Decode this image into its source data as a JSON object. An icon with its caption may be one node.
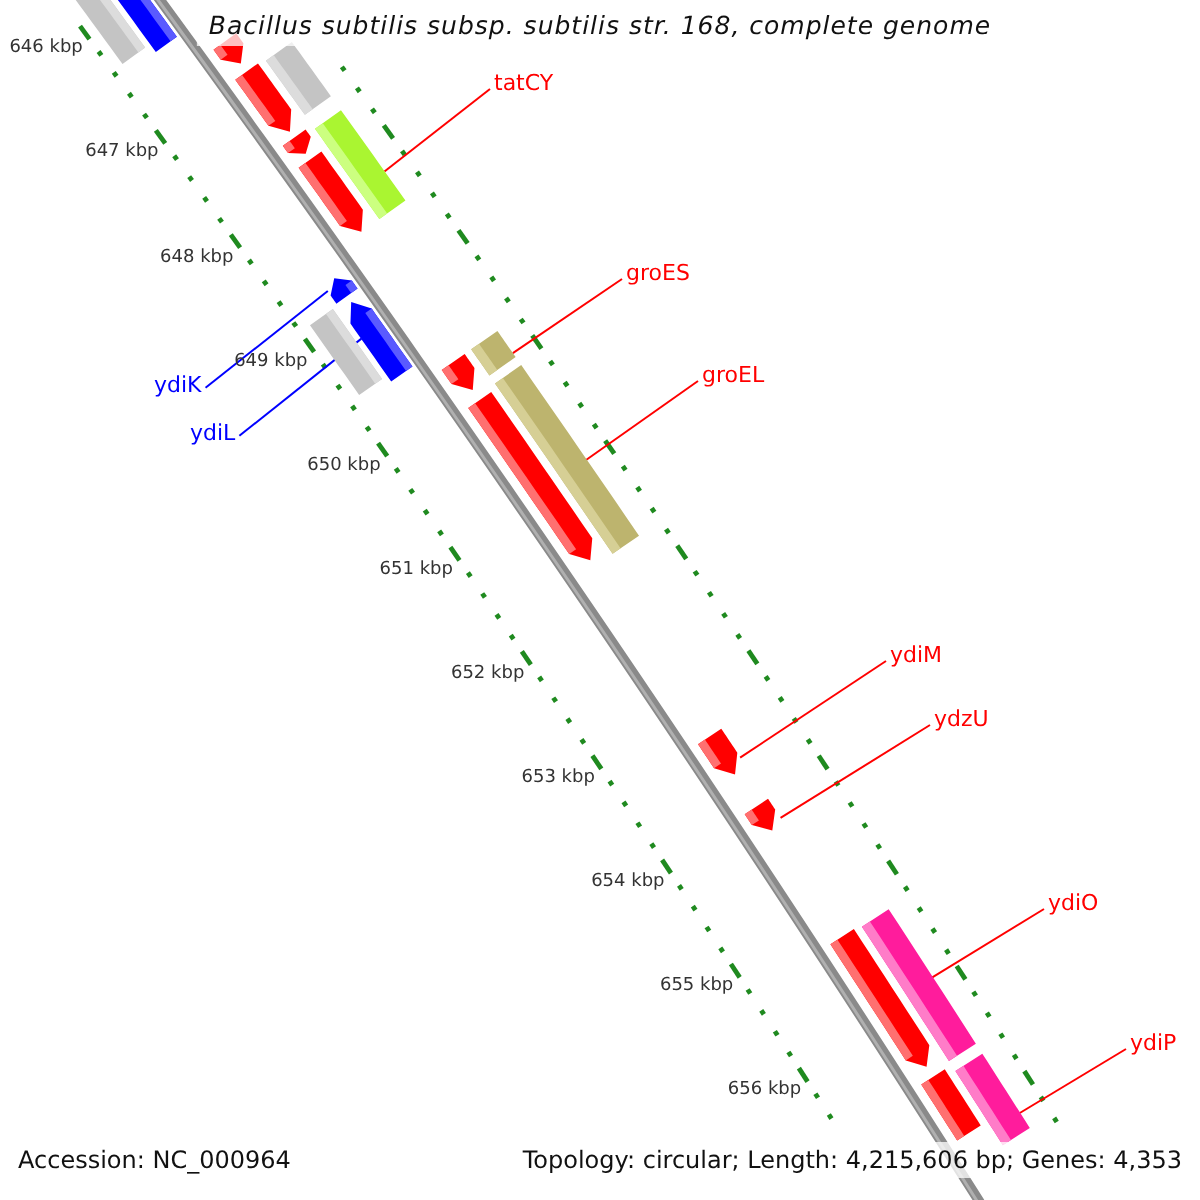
{
  "diagram": {
    "title": "Bacillus subtilis subsp. subtilis str. 168, complete genome",
    "nodes": [
      {
        "text": [
          "tatCY"
        ]
      },
      {
        "text": [
          "groES"
        ]
      },
      {
        "text": [
          "groEL"
        ]
      },
      {
        "text": [
          "ydiK"
        ]
      },
      {
        "text": [
          "ydiL"
        ]
      },
      {
        "text": [
          "ydiM"
        ]
      },
      {
        "text": [
          "ydzU"
        ]
      },
      {
        "text": [
          "ydiO"
        ]
      },
      {
        "text": [
          "ydiP"
        ]
      },
      {
        "text": [],
        "shape": "bar"
      },
      {
        "text": [],
        "shape": "pentagon"
      },
      {
        "text": [],
        "shape": "pentagon"
      },
      {
        "text": [],
        "shape": "bar"
      },
      {
        "text": [],
        "shape": "pentagon"
      },
      {
        "text": [],
        "shape": "pentagon"
      },
      {
        "text": [],
        "shape": "bar"
      },
      {
        "text": [],
        "shape": "pentagon"
      },
      {
        "text": [],
        "shape": "pentagon"
      },
      {
        "text": [],
        "shape": "bar"
      },
      {
        "text": [],
        "shape": "pentagon"
      },
      {
        "text": [],
        "shape": "bar"
      },
      {
        "text": [],
        "shape": "pentagon"
      },
      {
        "text": [],
        "shape": "bar"
      },
      {
        "text": [],
        "shape": "pentagon"
      },
      {
        "text": [],
        "shape": "pentagon"
      },
      {
        "text": [],
        "shape": "pentagon"
      },
      {
        "text": [],
        "shape": "pentagon"
      },
      {
        "text": [],
        "shape": "bar"
      },
      {
        "text": [],
        "shape": "bar"
      },
      {
        "text": [],
        "shape": "bar"
      }
    ],
    "edges": [
      {
        "from": 0,
        "to": 15,
        "arrow": "none"
      },
      {
        "from": 1,
        "to": 20,
        "arrow": "none"
      },
      {
        "from": 2,
        "to": 22,
        "arrow": "none"
      },
      {
        "from": 3,
        "to": 17,
        "arrow": "none",
        "color": "#0000ff"
      },
      {
        "from": 4,
        "to": 19,
        "arrow": "none",
        "color": "#0000ff"
      },
      {
        "from": 5,
        "to": 24,
        "arrow": "none"
      },
      {
        "from": 6,
        "to": 25,
        "arrow": "none"
      },
      {
        "from": 7,
        "to": 27,
        "arrow": "none"
      },
      {
        "from": 8,
        "to": 29,
        "arrow": "none"
      }
    ],
    "labels": [
      "646 kbp",
      "647 kbp",
      "648 kbp",
      "649 kbp",
      "650 kbp",
      "651 kbp",
      "652 kbp",
      "653 kbp",
      "654 kbp",
      "655 kbp",
      "656 kbp",
      "Accession: NC_000964",
      "Topology: circular; Length: 4,215,606 bp; Genes: 4,353"
    ]
  }
}
